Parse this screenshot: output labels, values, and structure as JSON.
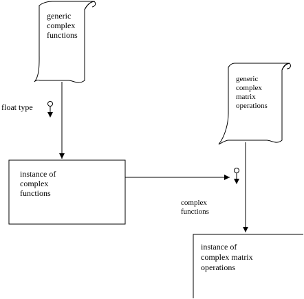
{
  "nodes": {
    "generic_complex_functions": {
      "lines": [
        "generic",
        "complex",
        "functions"
      ]
    },
    "generic_complex_matrix_operations": {
      "lines": [
        "generic",
        "complex",
        "matrix",
        "operations"
      ]
    },
    "instance_complex_functions": {
      "lines": [
        "instance of",
        "complex",
        "functions"
      ]
    },
    "instance_complex_matrix_operations": {
      "lines": [
        "instance of",
        "complex matrix",
        "operations"
      ]
    }
  },
  "edges": {
    "float_type": {
      "label": "float type"
    },
    "complex_functions": {
      "lines": [
        "complex",
        "functions"
      ]
    }
  },
  "colors": {
    "stroke": "#000000",
    "fill": "#ffffff"
  }
}
